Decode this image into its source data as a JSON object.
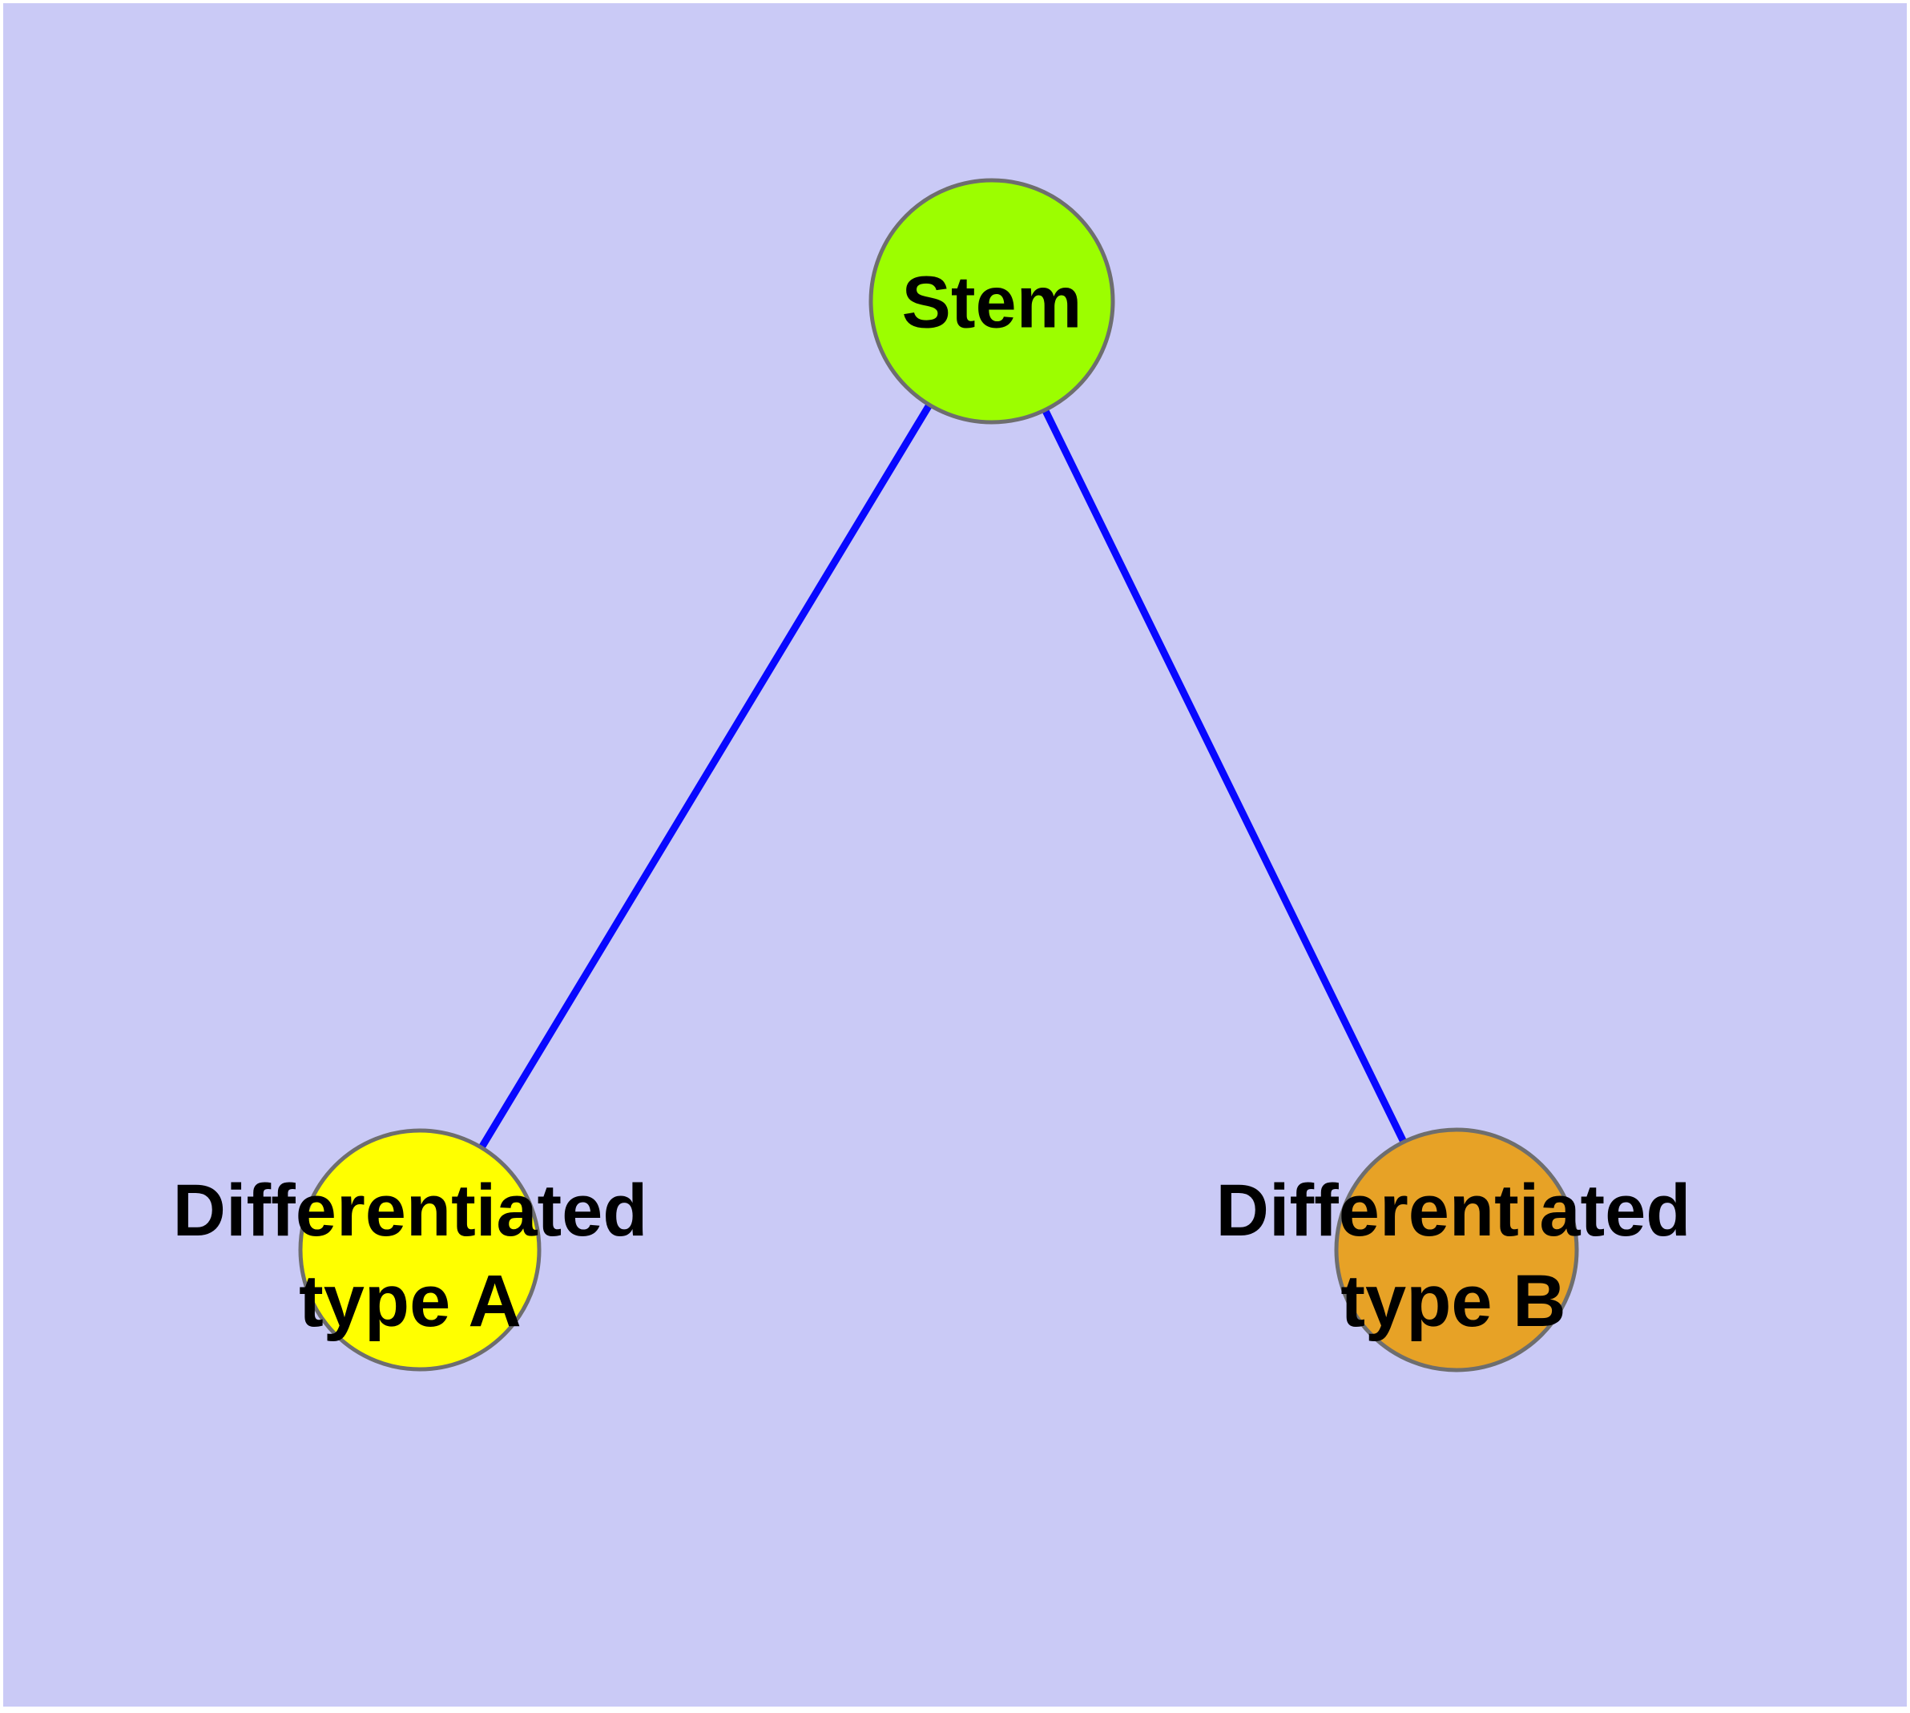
{
  "diagram": {
    "type": "graph",
    "title": "",
    "page_color": "#ffffff",
    "background_color": "#cacaf6",
    "edge_color": "#0808ff",
    "node_border_color": "#6e6e6e",
    "label_color": "#000000",
    "nodes": [
      {
        "id": "stem",
        "label": "Stem",
        "label_lines": {
          "0": "Stem"
        },
        "fill": "#9cfe00"
      },
      {
        "id": "differentiated-type-a",
        "label": "Differentiated type A",
        "label_lines": {
          "0": "Differentiated",
          "1": "type A"
        },
        "fill": "#ffff00"
      },
      {
        "id": "differentiated-type-b",
        "label": "Differentiated type B",
        "label_lines": {
          "0": "Differentiated",
          "1": "type B"
        },
        "fill": "#e7a226"
      }
    ],
    "edges": [
      {
        "from": "Stem",
        "to": "Differentiated type A"
      },
      {
        "from": "Stem",
        "to": "Differentiated type B"
      }
    ]
  }
}
